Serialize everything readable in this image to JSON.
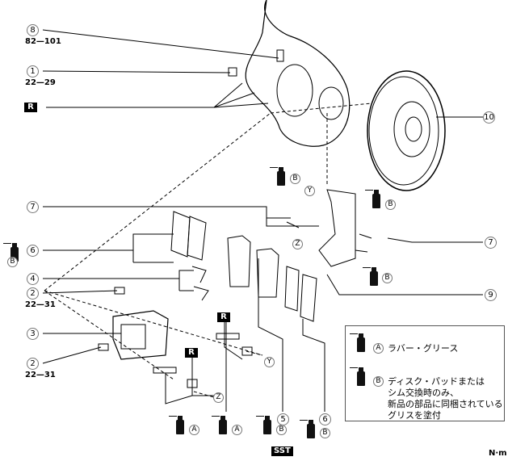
{
  "callouts": {
    "n8": "8",
    "t8": "82—101",
    "n1": "1",
    "t1": "22—29",
    "r1": "R",
    "n10": "10",
    "n7a": "7",
    "n7b": "7",
    "n6a": "6",
    "n6b": "6",
    "n4": "4",
    "n2a": "2",
    "t2a": "22—31",
    "n3": "3",
    "n2b": "2",
    "t2b": "22—31",
    "n9": "9",
    "n5": "5",
    "r2": "R",
    "r3": "R",
    "y1": "Y",
    "y2": "Y",
    "z1": "Z",
    "z2": "Z",
    "sst": "SST",
    "unit": "N·m"
  },
  "grease_letters": {
    "a": "A",
    "b": "B"
  },
  "legend": {
    "a_label": "ラバー・グリース",
    "b_line1": "ディスク・パッドまたは",
    "b_line2": "シム交換時のみ、",
    "b_line3": "新品の部品に同梱されている",
    "b_line4": "グリスを塗付"
  }
}
